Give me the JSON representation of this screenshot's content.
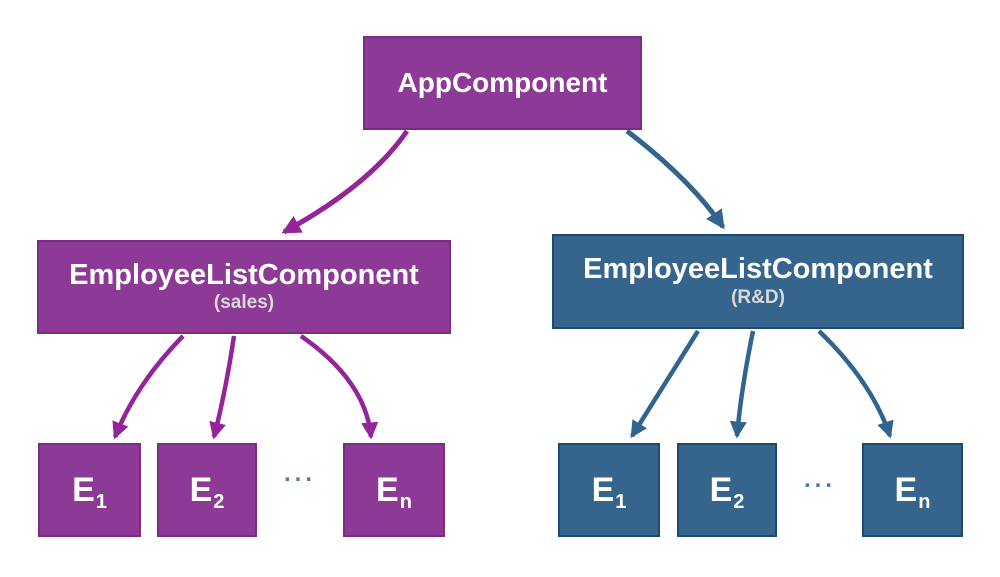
{
  "diagram": {
    "root": {
      "label": "AppComponent"
    },
    "branches": [
      {
        "label": "EmployeeListComponent",
        "sublabel": "(sales)",
        "theme": "purple",
        "ellipsis": "...",
        "children": [
          {
            "base": "E",
            "sub": "1"
          },
          {
            "base": "E",
            "sub": "2"
          },
          {
            "base": "E",
            "sub": "n"
          }
        ]
      },
      {
        "label": "EmployeeListComponent",
        "sublabel": "(R&D)",
        "theme": "blue",
        "ellipsis": "...",
        "children": [
          {
            "base": "E",
            "sub": "1"
          },
          {
            "base": "E",
            "sub": "2"
          },
          {
            "base": "E",
            "sub": "n"
          }
        ]
      }
    ],
    "colors": {
      "purple_fill": "#8d3a96",
      "purple_border": "#7b2c84",
      "purple_arrow": "#93249a",
      "blue_fill": "#35658c",
      "blue_border": "#1d4b70",
      "blue_arrow": "#31648e",
      "label_text": "#ffffff",
      "sublabel_text": "#d9d9d9",
      "ellipsis_color": "#4d7aa9",
      "background": "#ffffff"
    }
  }
}
